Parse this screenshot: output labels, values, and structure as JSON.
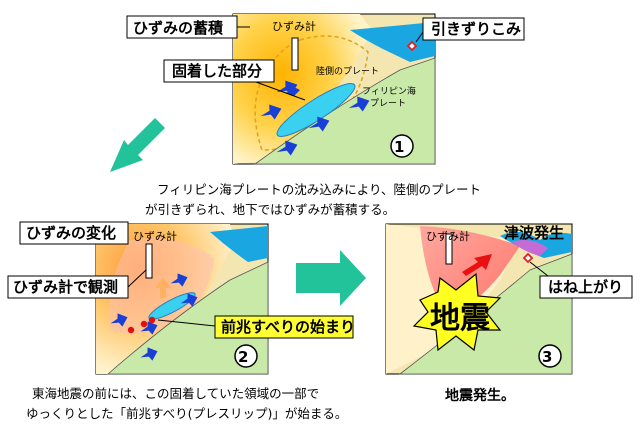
{
  "panel1": {
    "label_strain_accumulation": "ひずみの蓄積",
    "label_strain_gauge": "ひずみ計",
    "label_drag_in": "引きずりこみ",
    "label_fixed_part": "固着した部分",
    "label_continental_plate": "陸側のプレート",
    "label_philippine_plate_line1": "フィリピン海",
    "label_philippine_plate_line2": "プレート",
    "number": "①"
  },
  "caption1": {
    "line1": "フィリピン海プレートの沈み込みにより、陸側のプレート",
    "line2": "が引きずられ、地下ではひずみが蓄積する。"
  },
  "panel2": {
    "label_strain_change": "ひずみの変化",
    "label_strain_gauge": "ひずみ計",
    "label_observation": "ひずみ計で観測",
    "label_preslip_start": "前兆すべりの始まり",
    "number": "②"
  },
  "caption2": {
    "line1": "東海地震の前には、この固着していた領域の一部で",
    "line2": "ゆっくりとした「前兆すべり(プレスリップ)」が始まる。"
  },
  "panel3": {
    "label_strain_gauge": "ひずみ計",
    "label_tsunami": "津波発生",
    "label_uplift": "はね上がり",
    "label_earthquake": "地震",
    "number": "③"
  },
  "caption3": {
    "line1": "地震発生。"
  },
  "colors": {
    "strain_yellow": "#ffd24a",
    "strain_orange": "#f5a623",
    "continental_tan": "#f3e6b0",
    "ocean_plate_green": "#c9e9a8",
    "sea_blue": "#1aa6e0",
    "fixed_zone_cyan": "#3ad0f0",
    "arrow_blue": "#1a3fd6",
    "big_arrow_green": "#22c39a",
    "quake_red": "#ff5a5a",
    "label_yellow": "#ffff33"
  }
}
